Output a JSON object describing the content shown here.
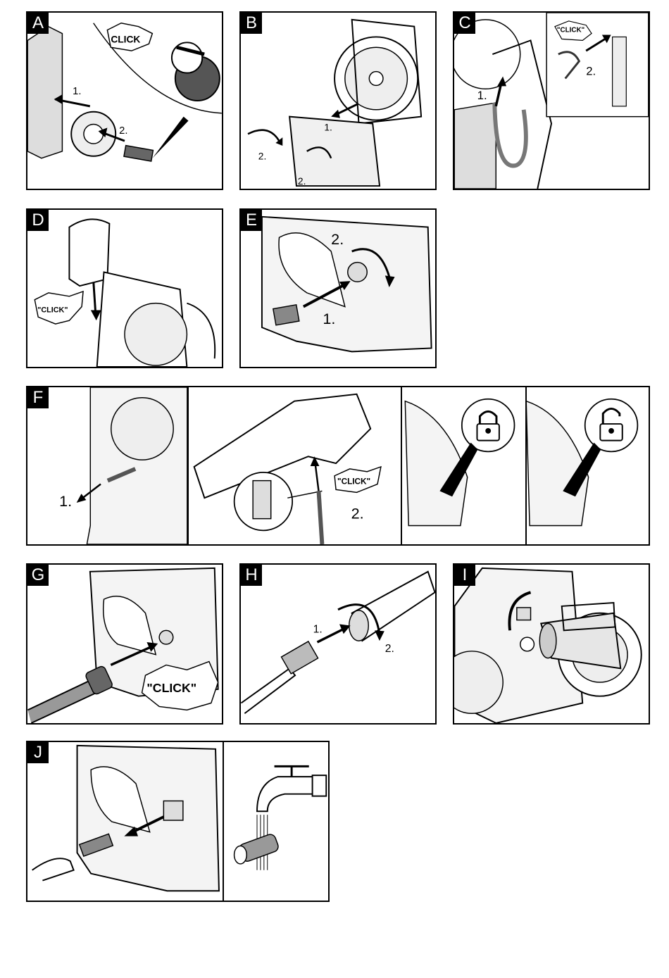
{
  "panels": {
    "a": {
      "letter": "A",
      "click": "CLICK",
      "step1": "1.",
      "step2": "2."
    },
    "b": {
      "letter": "B",
      "step1": "1.",
      "step2a": "2.",
      "step2b": "2."
    },
    "c": {
      "letter": "C",
      "click": "\"CLICK\"",
      "step1": "1.",
      "step2": "2."
    },
    "d": {
      "letter": "D",
      "click": "\"CLICK\""
    },
    "e": {
      "letter": "E",
      "step1": "1.",
      "step2": "2."
    },
    "f": {
      "letter": "F",
      "step1": "1.",
      "click": "\"CLICK\"",
      "step2": "2.",
      "lock_icon": "padlock-closed-icon",
      "unlock_icon": "padlock-open-icon"
    },
    "g": {
      "letter": "G",
      "click": "\"CLICK\""
    },
    "h": {
      "letter": "H",
      "step1": "1.",
      "step2": "2."
    },
    "i": {
      "letter": "I"
    },
    "j": {
      "letter": "J",
      "tap_icon": "water-tap-icon"
    }
  }
}
